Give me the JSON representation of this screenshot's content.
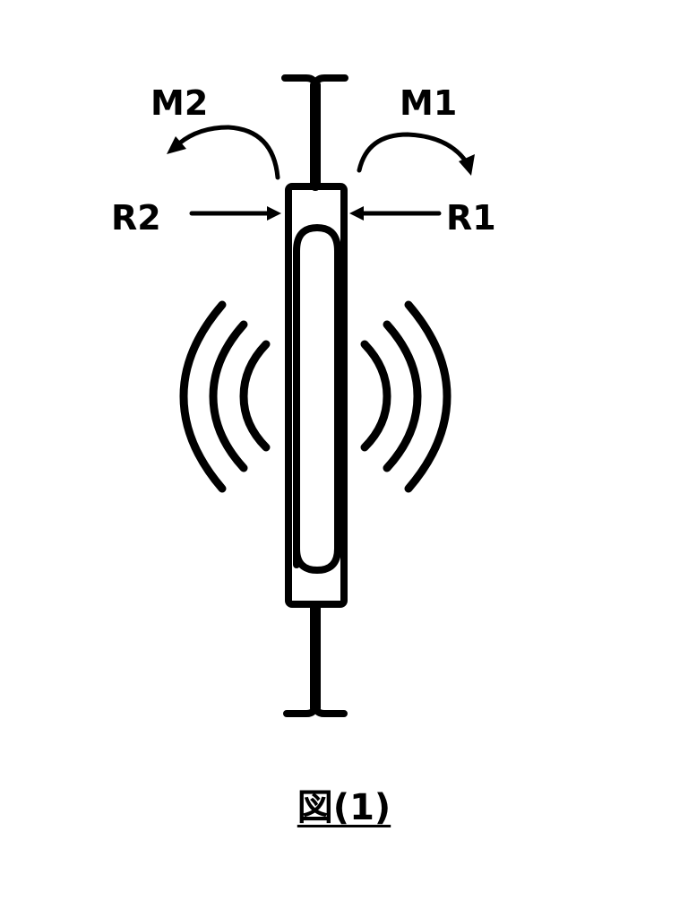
{
  "labels": {
    "m1": "M1",
    "m2": "M2",
    "r1": "R1",
    "r2": "R2"
  },
  "caption": "図(1)",
  "colors": {
    "stroke": "#000000",
    "background": "#ffffff"
  }
}
